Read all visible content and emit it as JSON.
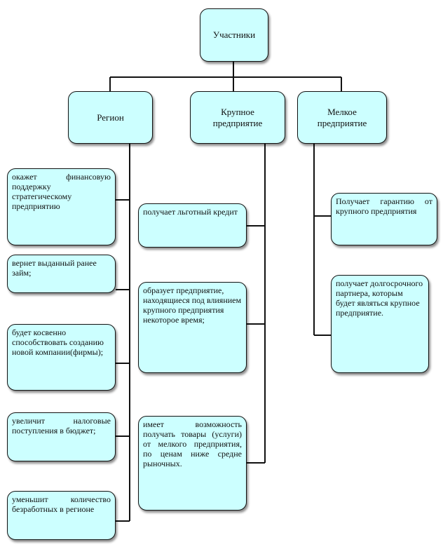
{
  "root": {
    "label": "Участники"
  },
  "columns": [
    {
      "header": "Регион",
      "items": [
        "окажет финансовую поддержку стратегическому предприятию",
        "вернет выданный ранее займ;",
        "будет косвенно способствовать созданию новой компании(фирмы);",
        "увеличит налоговые поступления в бюджет;",
        "уменьшит количество безработных в регионе"
      ]
    },
    {
      "header_line1": "Крупное",
      "header_line2": "предприятие",
      "items": [
        "получает льготный кредит",
        "образует предприятие, находящиеся под влиянием крупного предприятия некоторое время;",
        "имеет возможность получать товары (услуги) от мелкого предприятия, по ценам ниже средне рыночных."
      ]
    },
    {
      "header_line1": "Мелкое",
      "header_line2": "предприятие",
      "items": [
        "Получает гарантию от крупного предприятия",
        "получает долгосрочного партнера, которым будет являться крупное предприятие."
      ]
    }
  ]
}
